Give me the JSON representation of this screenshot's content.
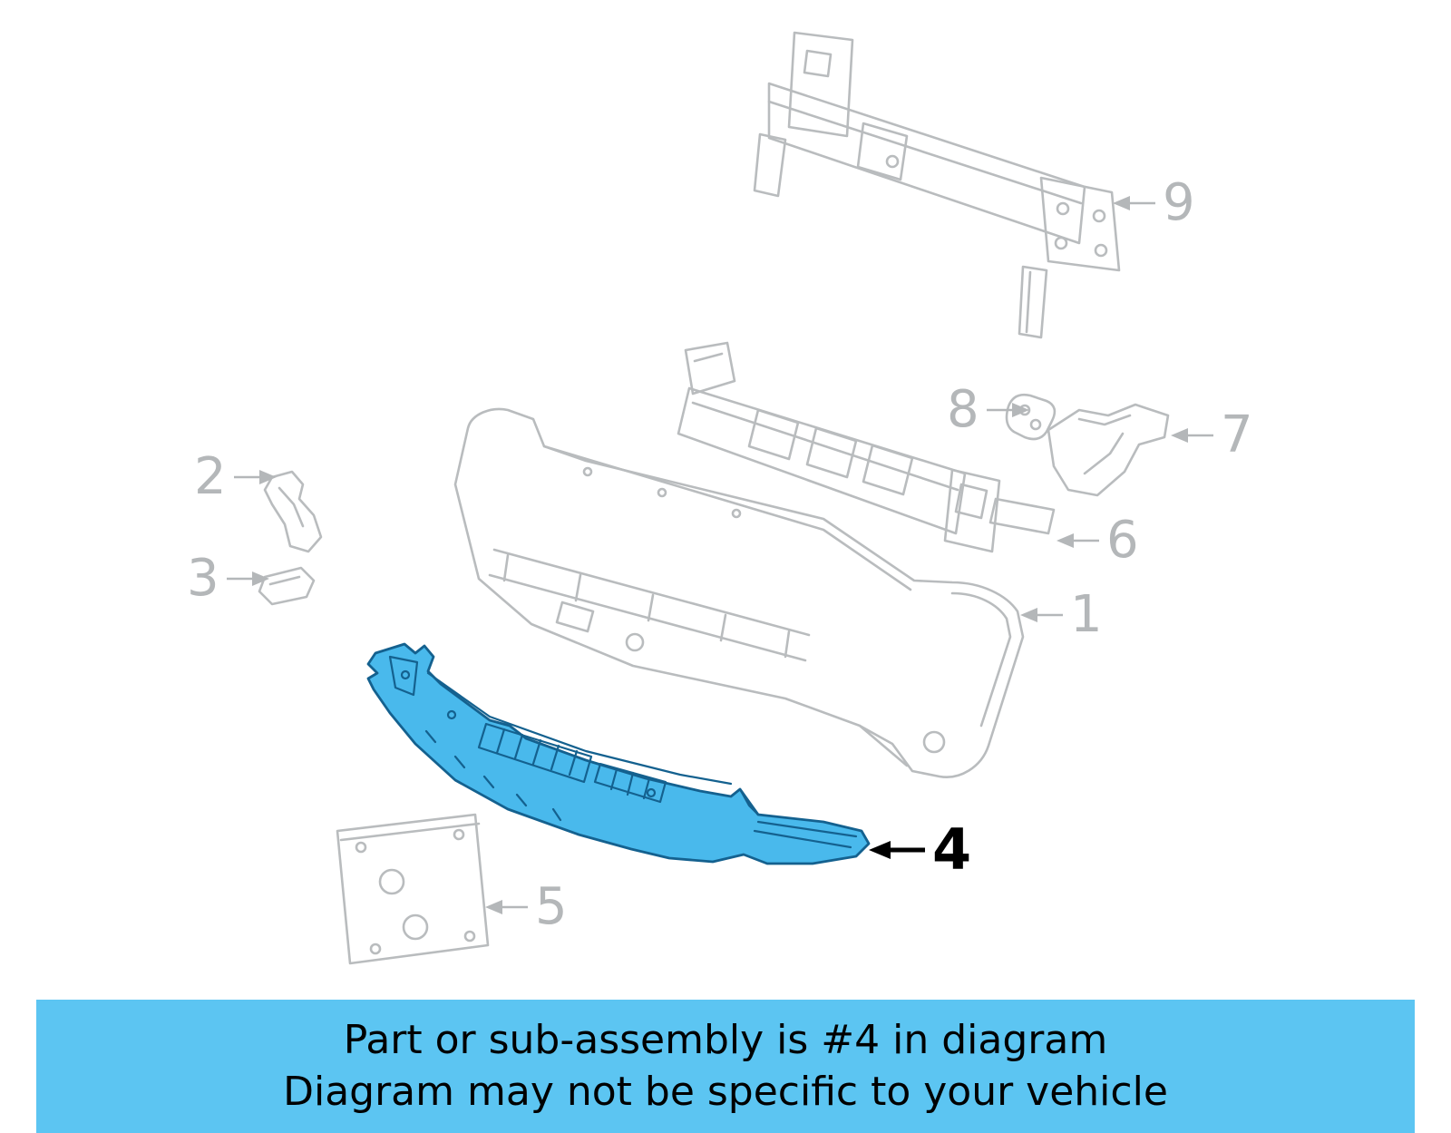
{
  "diagram": {
    "highlighted_part": "4",
    "callouts": [
      {
        "label": "1"
      },
      {
        "label": "2"
      },
      {
        "label": "3"
      },
      {
        "label": "4"
      },
      {
        "label": "5"
      },
      {
        "label": "6"
      },
      {
        "label": "7"
      },
      {
        "label": "8"
      },
      {
        "label": "9"
      }
    ]
  },
  "banner": {
    "line1": "Part or sub-assembly is #4 in diagram",
    "line2": "Diagram may not be specific to your vehicle"
  },
  "colors": {
    "highlight_fill": "#49b9ec",
    "highlight_outline": "#14618f",
    "line_art": "#b9bcbe",
    "callout_text": "#b4b7b9",
    "highlight_callout_text": "#000000",
    "banner_background": "#5cc5f2",
    "banner_text": "#000000"
  }
}
